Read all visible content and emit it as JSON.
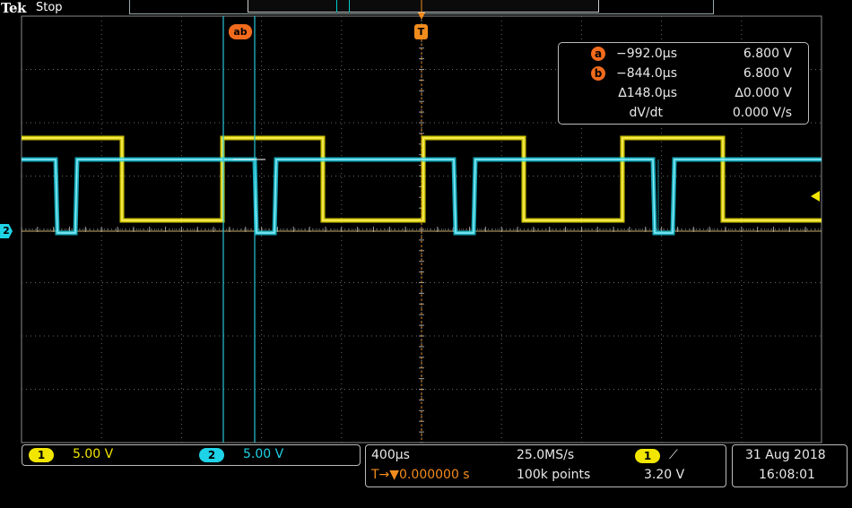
{
  "header": {
    "brand": "Tek",
    "state": "Stop"
  },
  "trigger_marker": {
    "label": "T"
  },
  "cursor_marker": {
    "label": "ab"
  },
  "channel2_marker": {
    "label": "2"
  },
  "measurements": {
    "cursor_a": {
      "label": "a",
      "time": "−992.0µs",
      "voltage": "6.800 V"
    },
    "cursor_b": {
      "label": "b",
      "time": "−844.0µs",
      "voltage": "6.800 V"
    },
    "delta": {
      "time": "∆148.0µs",
      "voltage": "∆0.000 V"
    },
    "slope": {
      "label": "dV/dt",
      "value": "0.000 V/s"
    }
  },
  "channels": [
    {
      "id": "1",
      "scale": "5.00 V",
      "color": "#f2e600"
    },
    {
      "id": "2",
      "scale": "5.00 V",
      "color": "#1fd3e6"
    }
  ],
  "horizontal": {
    "timebase": "400µs",
    "sample_rate": "25.0MS/s",
    "trigger_position": "T→▼0.000000 s",
    "record_length": "100k points",
    "trigger_source": "1",
    "trigger_slope": "⟋",
    "trigger_level": "3.20 V"
  },
  "datetime": {
    "date": "31 Aug 2018",
    "time": "16:08:01"
  },
  "colors": {
    "ch1": "#f2e600",
    "ch2": "#1fd3e6",
    "cursor": "#f26b1d",
    "grid": "#7a7a7a"
  }
}
